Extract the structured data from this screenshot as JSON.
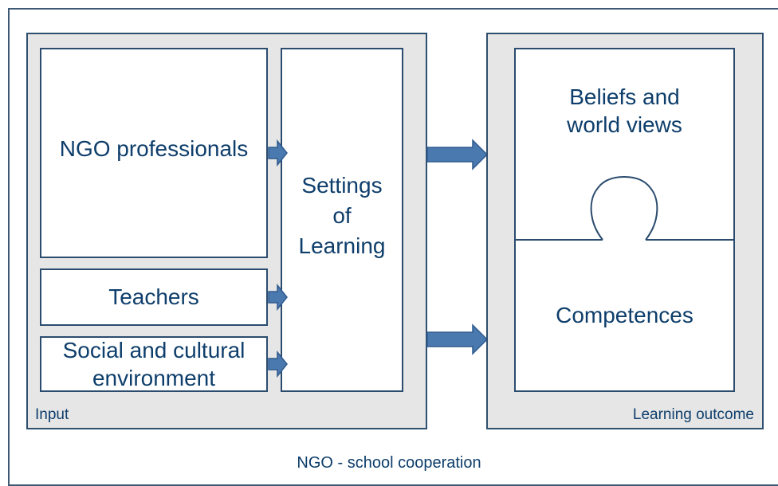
{
  "diagram": {
    "footer_label": "NGO - school cooperation",
    "input_panel": {
      "label": "Input",
      "boxes": {
        "ngo_professionals": "NGO professionals",
        "teachers": "Teachers",
        "social_environment": "Social and cultural\nenvironment"
      }
    },
    "settings_box": "Settings\nof\nLearning",
    "outcome_panel": {
      "label": "Learning outcome",
      "upper_text": "Beliefs and\nworld views",
      "lower_text": "Competences"
    },
    "colors": {
      "text": "#0e3e6b",
      "border": "#2b4c6e",
      "panel_fill": "#e6e6e6",
      "arrow_fill": "#4a79b0",
      "arrow_stroke": "#2f5b8e"
    }
  }
}
